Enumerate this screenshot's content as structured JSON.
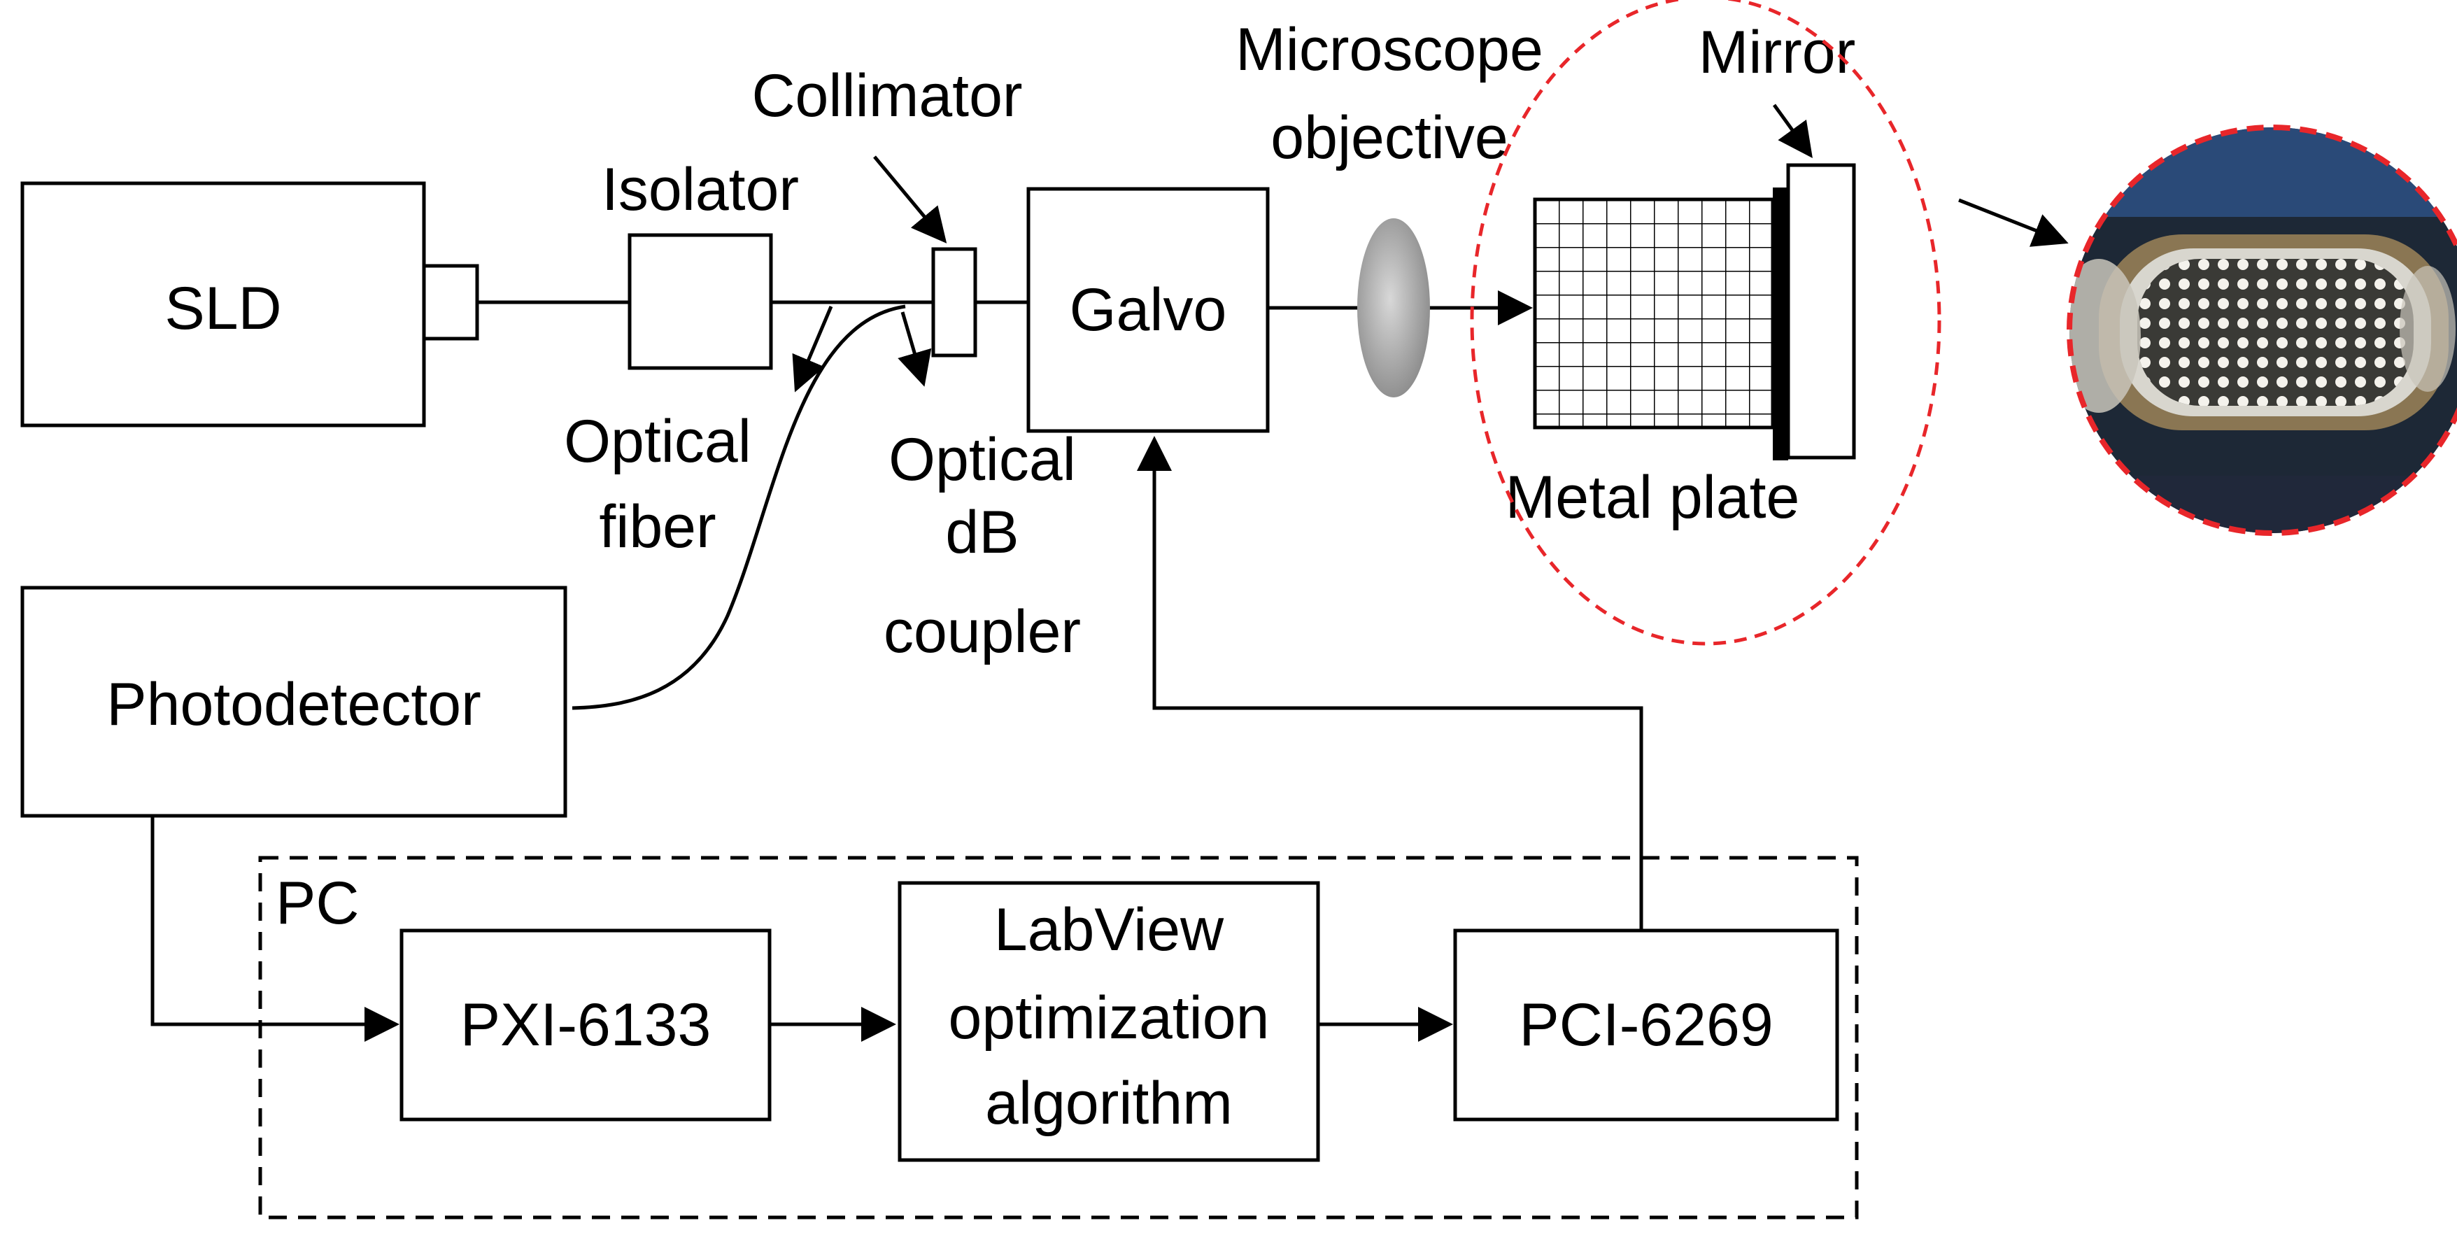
{
  "components": {
    "sld": "SLD",
    "isolator": "Isolator",
    "collimator": "Collimator",
    "galvo": "Galvo",
    "microscope_objective": [
      "Microscope",
      "objective"
    ],
    "mirror": "Mirror",
    "metal_plate": "Metal plate",
    "optical_fiber": [
      "Optical",
      "fiber"
    ],
    "coupler": [
      "Optical",
      "dB",
      "coupler"
    ],
    "photodetector": "Photodetector",
    "pc": "PC",
    "pxi": "PXI-6133",
    "labview": [
      "LabView",
      "optimization",
      "algorithm"
    ],
    "pci": "PCI-6269"
  },
  "colors": {
    "highlight": "#e8262a",
    "line": "#000000"
  }
}
